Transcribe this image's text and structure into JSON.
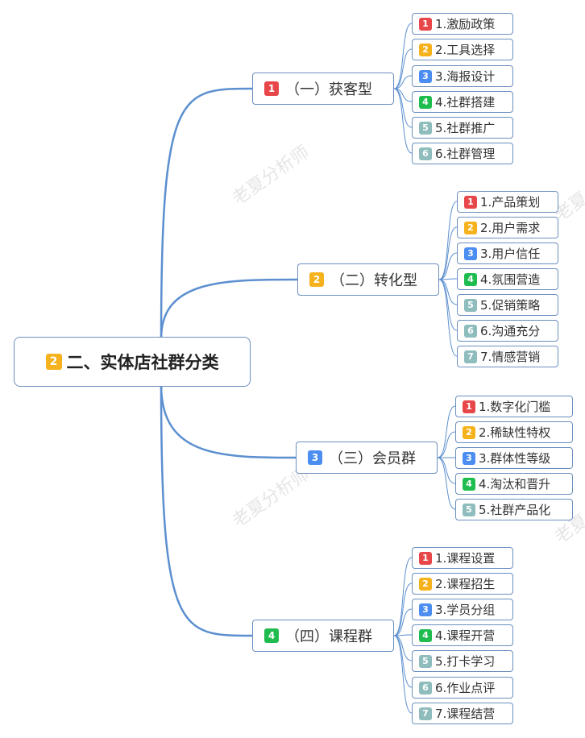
{
  "root": {
    "badge": "2",
    "label": "二、实体店社群分类"
  },
  "badge_colors": {
    "1": "#e8474a",
    "2": "#f6b21c",
    "3": "#4b8df0",
    "4": "#1fbd4f",
    "5": "#8fbcbc",
    "6": "#8fbcbc",
    "7": "#8fbcbc"
  },
  "line_color": "#5b8fcf",
  "watermark": "老夏分析师",
  "branches": [
    {
      "badge": "1",
      "label": "（一）获客型",
      "children": [
        {
          "badge": "1",
          "label": "1.激励政策"
        },
        {
          "badge": "2",
          "label": "2.工具选择"
        },
        {
          "badge": "3",
          "label": "3.海报设计"
        },
        {
          "badge": "4",
          "label": "4.社群搭建"
        },
        {
          "badge": "5",
          "label": "5.社群推广"
        },
        {
          "badge": "6",
          "label": "6.社群管理"
        }
      ]
    },
    {
      "badge": "2",
      "label": "（二）转化型",
      "children": [
        {
          "badge": "1",
          "label": "1.产品策划"
        },
        {
          "badge": "2",
          "label": "2.用户需求"
        },
        {
          "badge": "3",
          "label": "3.用户信任"
        },
        {
          "badge": "4",
          "label": "4.氛围营造"
        },
        {
          "badge": "5",
          "label": "5.促销策略"
        },
        {
          "badge": "6",
          "label": "6.沟通充分"
        },
        {
          "badge": "7",
          "label": "7.情感营销"
        }
      ]
    },
    {
      "badge": "3",
      "label": "（三）会员群",
      "children": [
        {
          "badge": "1",
          "label": "1.数字化门槛"
        },
        {
          "badge": "2",
          "label": "2.稀缺性特权"
        },
        {
          "badge": "3",
          "label": "3.群体性等级"
        },
        {
          "badge": "4",
          "label": "4.淘汰和晋升"
        },
        {
          "badge": "5",
          "label": "5.社群产品化"
        }
      ]
    },
    {
      "badge": "4",
      "label": "（四）课程群",
      "children": [
        {
          "badge": "1",
          "label": "1.课程设置"
        },
        {
          "badge": "2",
          "label": "2.课程招生"
        },
        {
          "badge": "3",
          "label": "3.学员分组"
        },
        {
          "badge": "4",
          "label": "4.课程开营"
        },
        {
          "badge": "5",
          "label": "5.打卡学习"
        },
        {
          "badge": "6",
          "label": "6.作业点评"
        },
        {
          "badge": "7",
          "label": "7.课程结营"
        }
      ]
    }
  ]
}
